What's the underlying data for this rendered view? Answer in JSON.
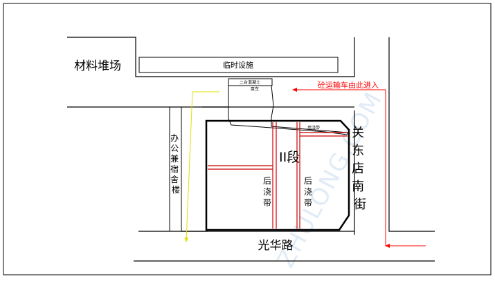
{
  "labels": {
    "material_yard": "材料堆场",
    "temporary_facilities": "临时设施",
    "pump_truck_line1": "二台混凝土",
    "pump_truck_line2": "泵车",
    "truck_entry": "砼运输车由此进入",
    "section": "II段",
    "post_pour_left": "后浇带",
    "post_pour_right": "后浇带",
    "office_building": "办公兼宿舍楼",
    "east_street": "关东店南街",
    "south_road": "光华路",
    "small_label": "后浇带"
  },
  "watermark": "ZHULONG.COM",
  "colors": {
    "line": "#000000",
    "post_pour_band": "#cc0000",
    "truck_route": "#ff0000",
    "pump_route": "#ffff00",
    "watermark": "#c8dcf0"
  }
}
